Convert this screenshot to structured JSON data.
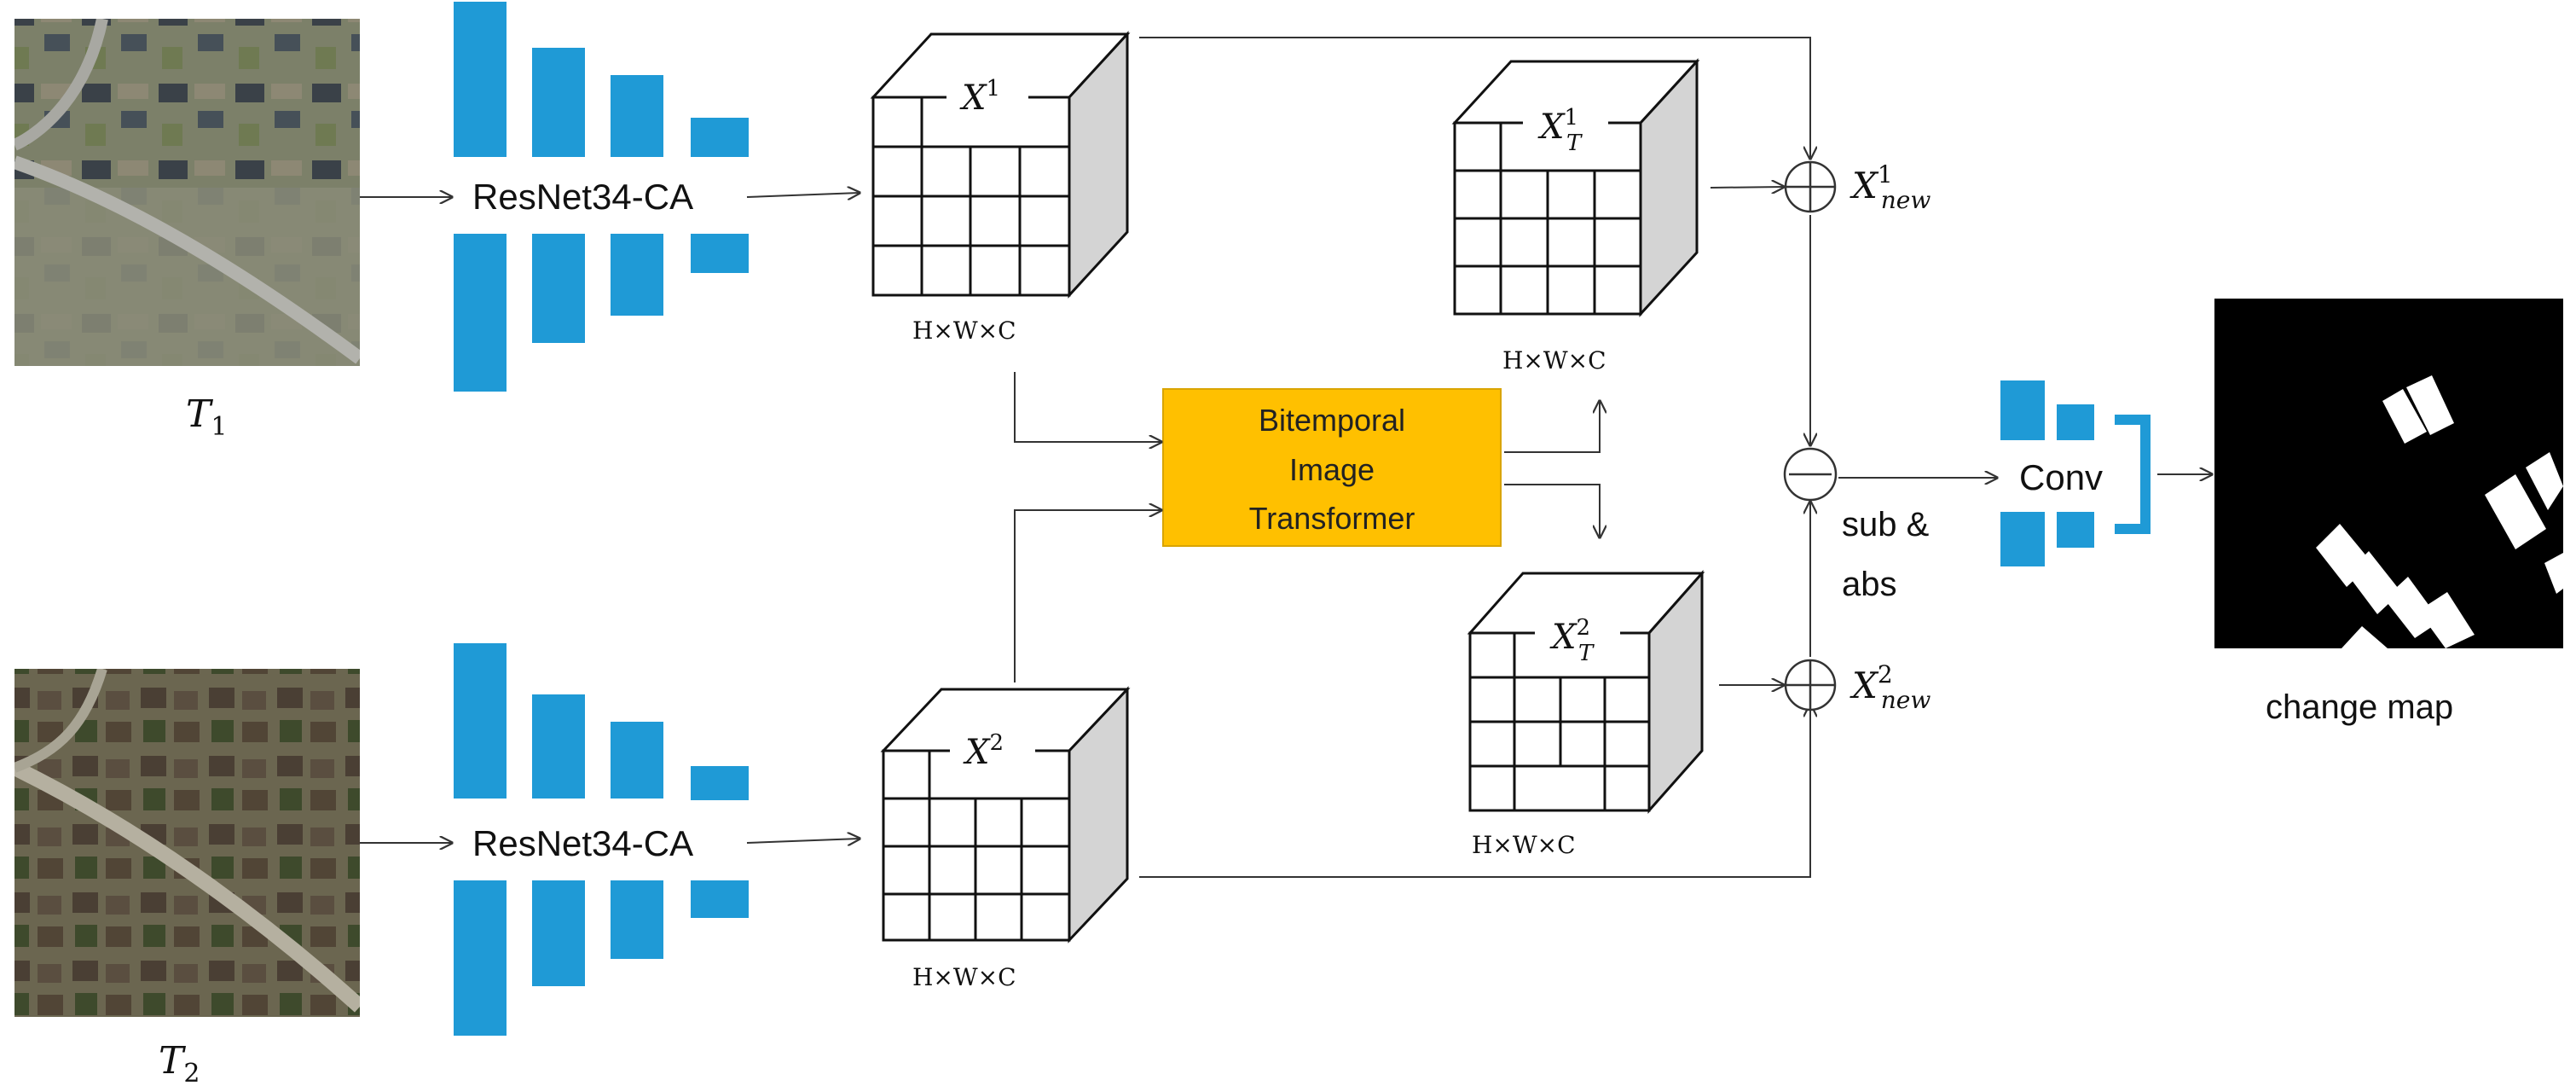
{
  "inputs": {
    "t1": {
      "label": "T",
      "sub": "1"
    },
    "t2": {
      "label": "T",
      "sub": "2"
    }
  },
  "encoder": {
    "top_label": "ResNet34-CA",
    "bottom_label": "ResNet34-CA"
  },
  "features": {
    "x1": {
      "label": "X",
      "sup": "1",
      "dims": "H×W×C"
    },
    "x2": {
      "label": "X",
      "sup": "2",
      "dims": "H×W×C"
    },
    "xt1": {
      "label": "X",
      "sub": "T",
      "sup": "1",
      "dims": "H×W×C"
    },
    "xt2": {
      "label": "X",
      "sub": "T",
      "sup": "2",
      "dims": "H×W×C"
    }
  },
  "transformer": {
    "line1": "Bitemporal",
    "line2": "Image",
    "line3": "Transformer"
  },
  "ops": {
    "add_symbol": "⊕",
    "sub_symbol": "⊖",
    "xnew1": {
      "label": "X",
      "sub": "new",
      "sup": "1"
    },
    "xnew2": {
      "label": "X",
      "sub": "new",
      "sup": "2"
    },
    "sub_abs_line1": "sub &",
    "sub_abs_line2": "abs"
  },
  "head": {
    "conv_label": "Conv"
  },
  "output": {
    "label": "change map"
  },
  "colors": {
    "encoder_bar": "#1f9ad6",
    "transformer_fill": "#ffc000",
    "transformer_border": "#d9a400",
    "cube_side": "#d4d4d4",
    "arrow": "#333333"
  }
}
